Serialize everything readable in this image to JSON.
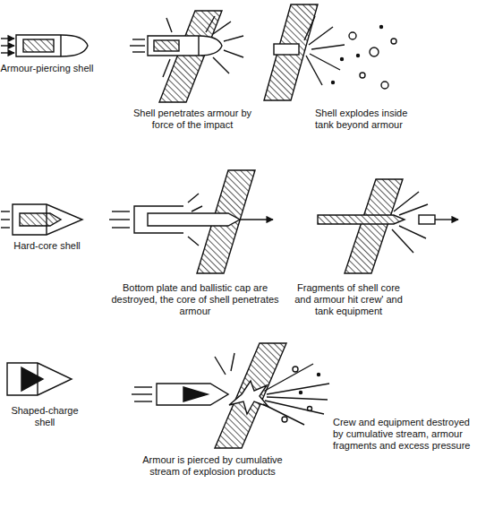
{
  "diagram": {
    "labels": [
      "Armour-piercing shell",
      "Shell penetrates armour by force of the impact",
      "Shell explodes inside tank beyond armour",
      "Hard-core shell",
      "Bottom plate and ballistic cap are destroyed, the core of shell penetrates armour",
      "Fragments of shell core and armour hit crew' and tank equipment",
      "Shaped-charge shell",
      "Armour is pierced by cumulative stream of explosion products",
      "Crew and equipment destroyed by cumulative stream, armour fragments and excess pressure"
    ]
  }
}
